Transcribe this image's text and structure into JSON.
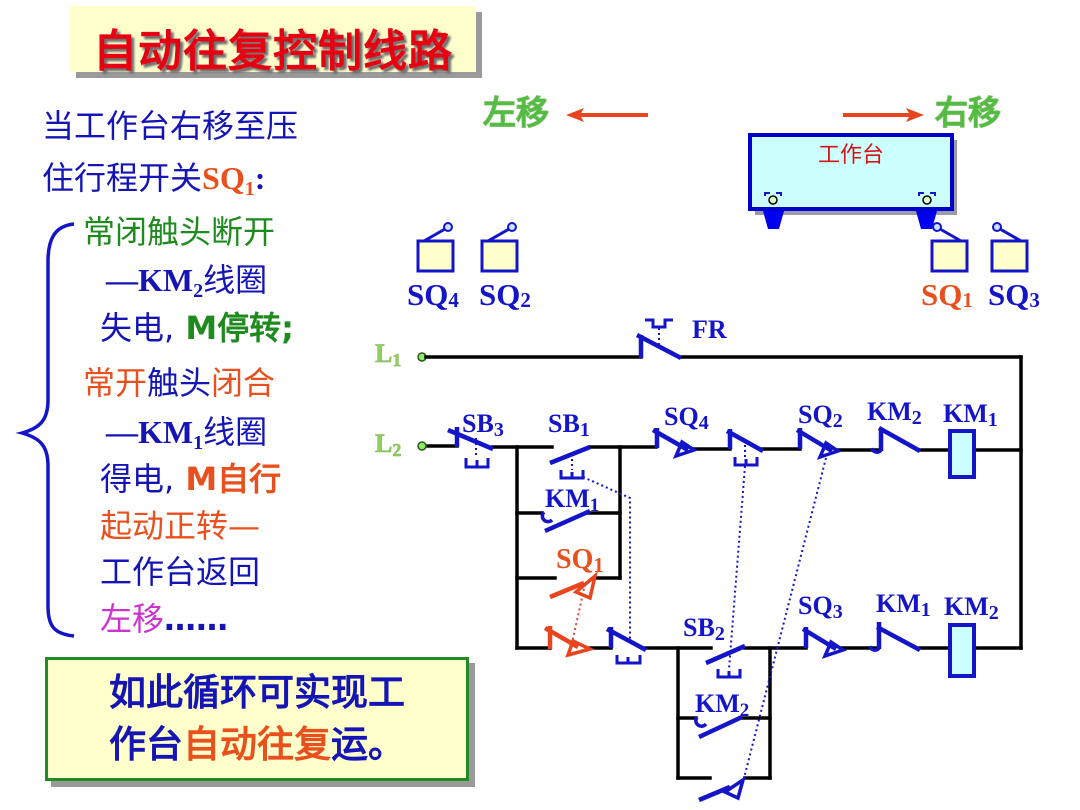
{
  "title": "自动往复控制线路",
  "colors": {
    "text_blue": "#1515b5",
    "text_green": "#1f8b1f",
    "text_orange": "#e8501e",
    "text_magenta": "#cc33cc",
    "title_red": "#e60012",
    "title_bg": "#ffffcc",
    "contact_blue": "#1414c8",
    "workbench_fill": "#ccffff"
  },
  "explanation": {
    "l1": "当工作台右移至压",
    "l2": {
      "a": "住行程开关",
      "sq": "SQ",
      "sub": "1",
      "colon": ":"
    },
    "l3": "常闭触头断开",
    "l4": {
      "dash": "—KM",
      "sub": "2",
      "b": "线圈"
    },
    "l5": {
      "a": "失电,",
      "b": " M停转;"
    },
    "l6": {
      "a": "常开",
      "b": "触头",
      "c": "闭合"
    },
    "l7": {
      "dash": "—KM",
      "sub": "1",
      "b": "线圈"
    },
    "l8": {
      "a": "得电,",
      "b": " M自行"
    },
    "l9": "起动正转—",
    "l10": "工作台返回",
    "l11": {
      "a": "左移",
      "b": "……"
    }
  },
  "conclusion": {
    "line1": "如此循环可实现工",
    "line2a": "作台",
    "line2b": "自动往复",
    "line2c": "运。"
  },
  "diagram": {
    "left_label": "左移",
    "right_label": "右移",
    "table_label": "工作台",
    "limit_switches": [
      {
        "main": "SQ",
        "sub": "4"
      },
      {
        "main": "SQ",
        "sub": "2"
      },
      {
        "main": "SQ",
        "sub": "1"
      },
      {
        "main": "SQ",
        "sub": "3"
      }
    ],
    "circuit": {
      "L1": {
        "main": "L",
        "sub": "1"
      },
      "L2": {
        "main": "L",
        "sub": "2"
      },
      "FR": "FR",
      "SB3": {
        "main": "SB",
        "sub": "3"
      },
      "SB1": {
        "main": "SB",
        "sub": "1"
      },
      "SQ4": {
        "main": "SQ",
        "sub": "4"
      },
      "SQ2": {
        "main": "SQ",
        "sub": "2"
      },
      "KM2_nc_top": {
        "main": "KM",
        "sub": "2"
      },
      "KM1_coil": {
        "main": "KM",
        "sub": "1"
      },
      "KM1_hold": {
        "main": "KM",
        "sub": "1"
      },
      "SQ1_no": {
        "main": "SQ",
        "sub": "1"
      },
      "SB2": {
        "main": "SB",
        "sub": "2"
      },
      "SQ3": {
        "main": "SQ",
        "sub": "3"
      },
      "KM1_nc_bottom": {
        "main": "KM",
        "sub": "1"
      },
      "KM2_coil": {
        "main": "KM",
        "sub": "2"
      },
      "KM2_hold": {
        "main": "KM",
        "sub": "2"
      }
    }
  }
}
